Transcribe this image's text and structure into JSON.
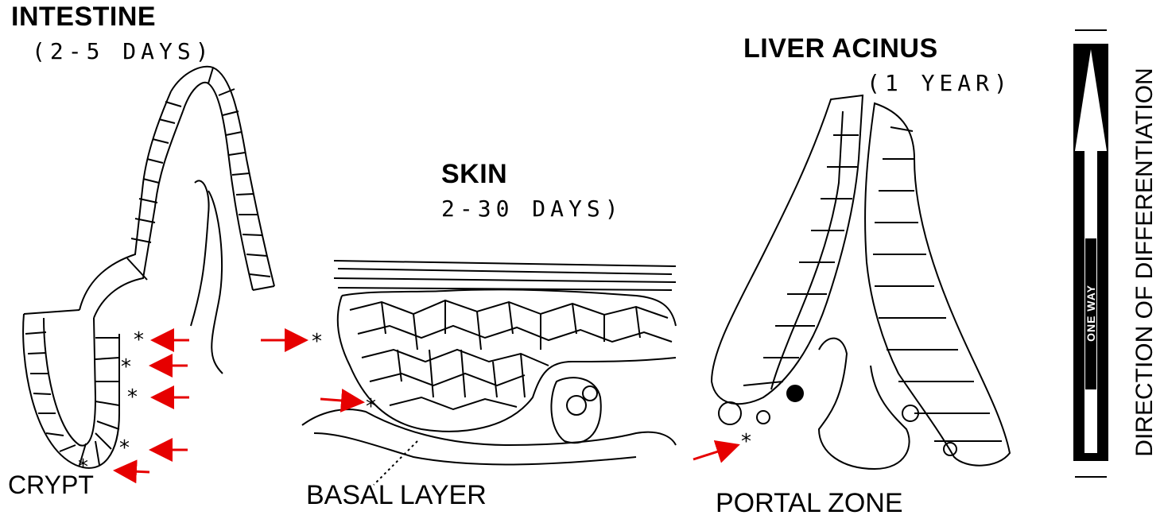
{
  "labels": {
    "intestine_title": "INTESTINE",
    "intestine_days": "(2-5 DAYS)",
    "skin_title": "SKIN",
    "skin_days": "2-30 DAYS)",
    "liver_title": "LIVER ACINUS",
    "liver_days": "(1 YEAR)",
    "crypt": "CRYPT",
    "basal_layer": "BASAL LAYER",
    "portal_zone": "PORTAL ZONE",
    "direction": "DIRECTION OF DIFFERENTIATION",
    "one_way": "ONE WAY"
  },
  "colors": {
    "ink": "#000000",
    "marker_arrow": "#e60000",
    "background": "#ffffff"
  }
}
